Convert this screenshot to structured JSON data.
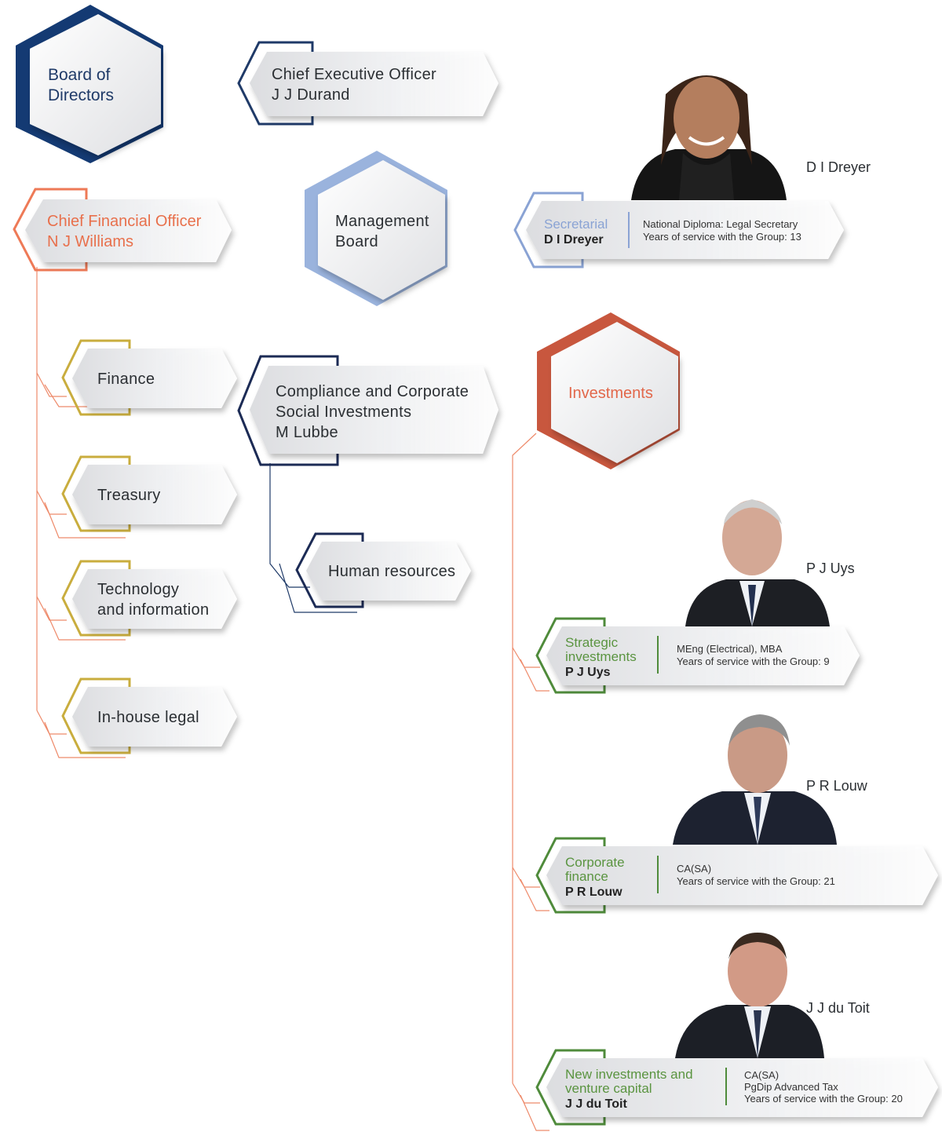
{
  "board": {
    "line1": "Board of",
    "line2": "Directors"
  },
  "ceo": {
    "title": "Chief Executive Officer",
    "name": "J J Durand"
  },
  "cfo": {
    "title": "Chief Financial Officer",
    "name": "N J Williams"
  },
  "management": {
    "line1": "Management",
    "line2": "Board"
  },
  "secretarial": {
    "title": "Secretarial",
    "name": "D I Dreyer",
    "photo_label": "D I Dreyer",
    "qual1": "National Diploma: Legal Secretary",
    "qual2": "Years of service with the Group: 13"
  },
  "cfo_units": [
    {
      "line1": "Finance",
      "line2": ""
    },
    {
      "line1": "Treasury",
      "line2": ""
    },
    {
      "line1": "Technology",
      "line2": "and information"
    },
    {
      "line1": "In-house legal",
      "line2": ""
    }
  ],
  "compliance": {
    "line1": "Compliance and Corporate",
    "line2": "Social Investments",
    "line3": "M Lubbe"
  },
  "hr": {
    "label": "Human resources"
  },
  "investments": {
    "label": "Investments"
  },
  "strategic": {
    "title1": "Strategic",
    "title2": "investments",
    "name": "P J Uys",
    "photo_label": "P J Uys",
    "qual1": "MEng (Electrical), MBA",
    "qual2": "Years of service with the Group: 9"
  },
  "corporate": {
    "title1": "Corporate",
    "title2": "finance",
    "name": "P R Louw",
    "photo_label": "P R Louw",
    "qual1": "CA(SA)",
    "qual2": "Years of service with the Group: 21"
  },
  "newinv": {
    "title1": "New investments and",
    "title2": "venture capital",
    "name": "J J du Toit",
    "photo_label": "J J du Toit",
    "qual1": "CA(SA)",
    "qual2": "PgDip Advanced Tax",
    "qual3": "Years of service with the Group: 20"
  },
  "colors": {
    "navy": "#1f3a68",
    "light_blue": "#8aa3d4",
    "orange": "#e8704c",
    "terracotta": "#c8573e",
    "gold": "#c9ad3e",
    "green": "#4f8b3b"
  }
}
